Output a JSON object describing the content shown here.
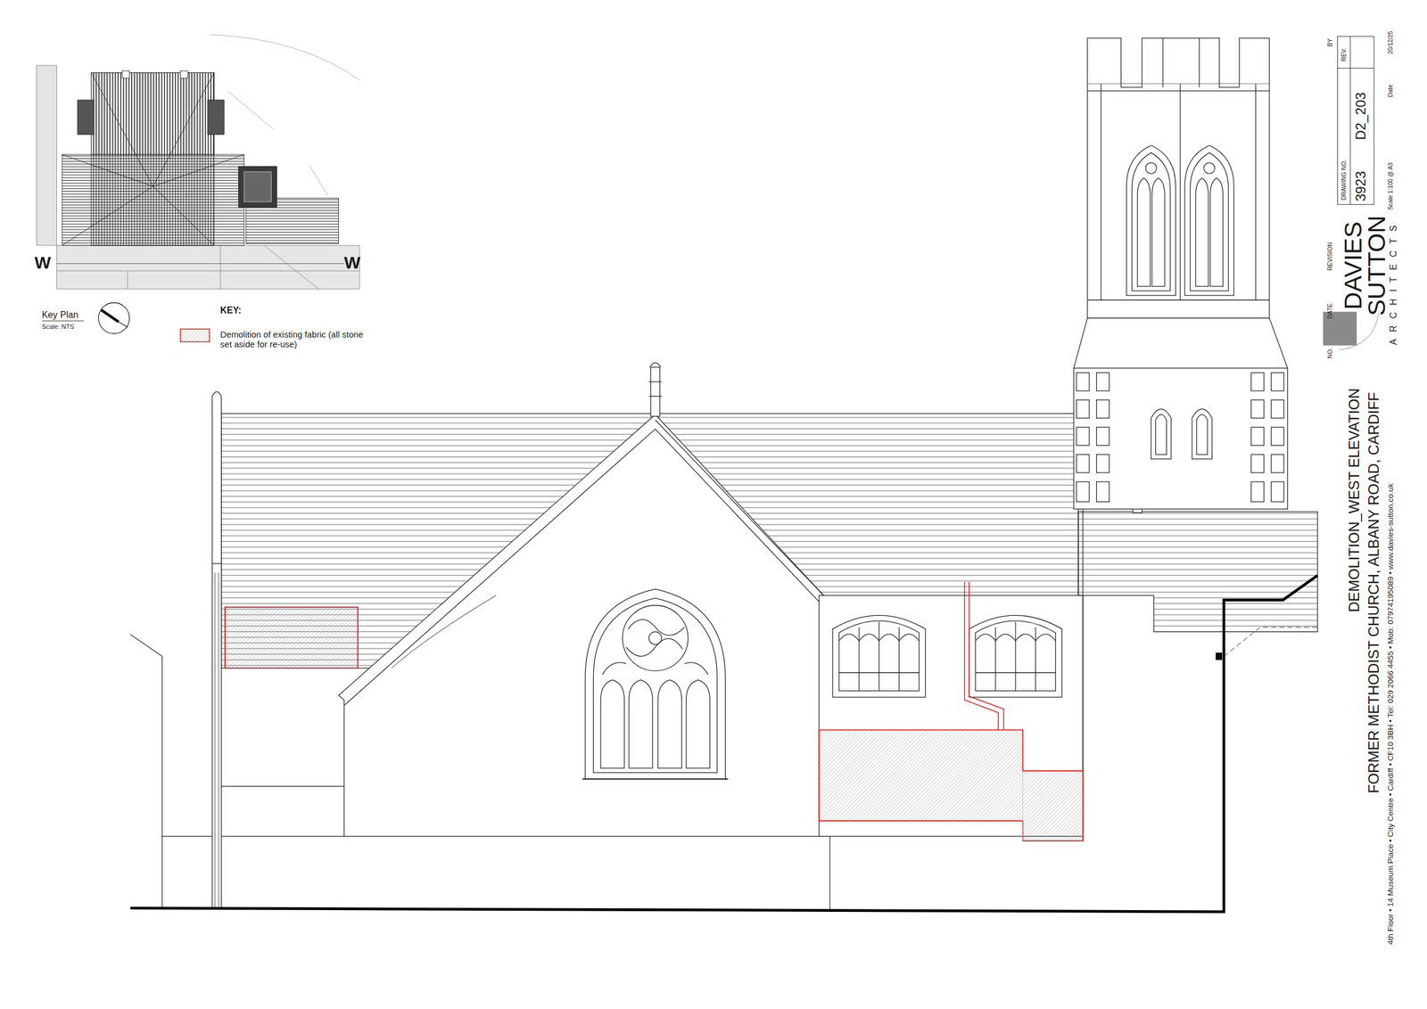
{
  "diagram": {
    "title": "DEMOLITION_WEST ELEVATION",
    "labels": [
      "Key Plan",
      "Scale: NTS",
      "W",
      "W",
      "KEY:",
      "FORMER METHODIST CHURCH, ALBANY ROAD, CARDIFF",
      "4th Floor • 14 Museum Place • City Centre • Cardiff • CF10 3BH • Tel: 029 2066 4455 • Mob: 07974195089 • www.davies-sutton.co.uk",
      "DAVIES",
      "SUTTON",
      "ARCHITECTS",
      "NO.",
      "DATE",
      "REVISION",
      "DRAWING NO.",
      "3923",
      "D2_203",
      "REV.",
      "BY",
      "Scale  1:100 @ A3",
      "Date",
      "20/12/25"
    ],
    "legend": [
      {
        "text": "Demolition of existing fabric (all stone set aside for re-use)"
      }
    ]
  }
}
